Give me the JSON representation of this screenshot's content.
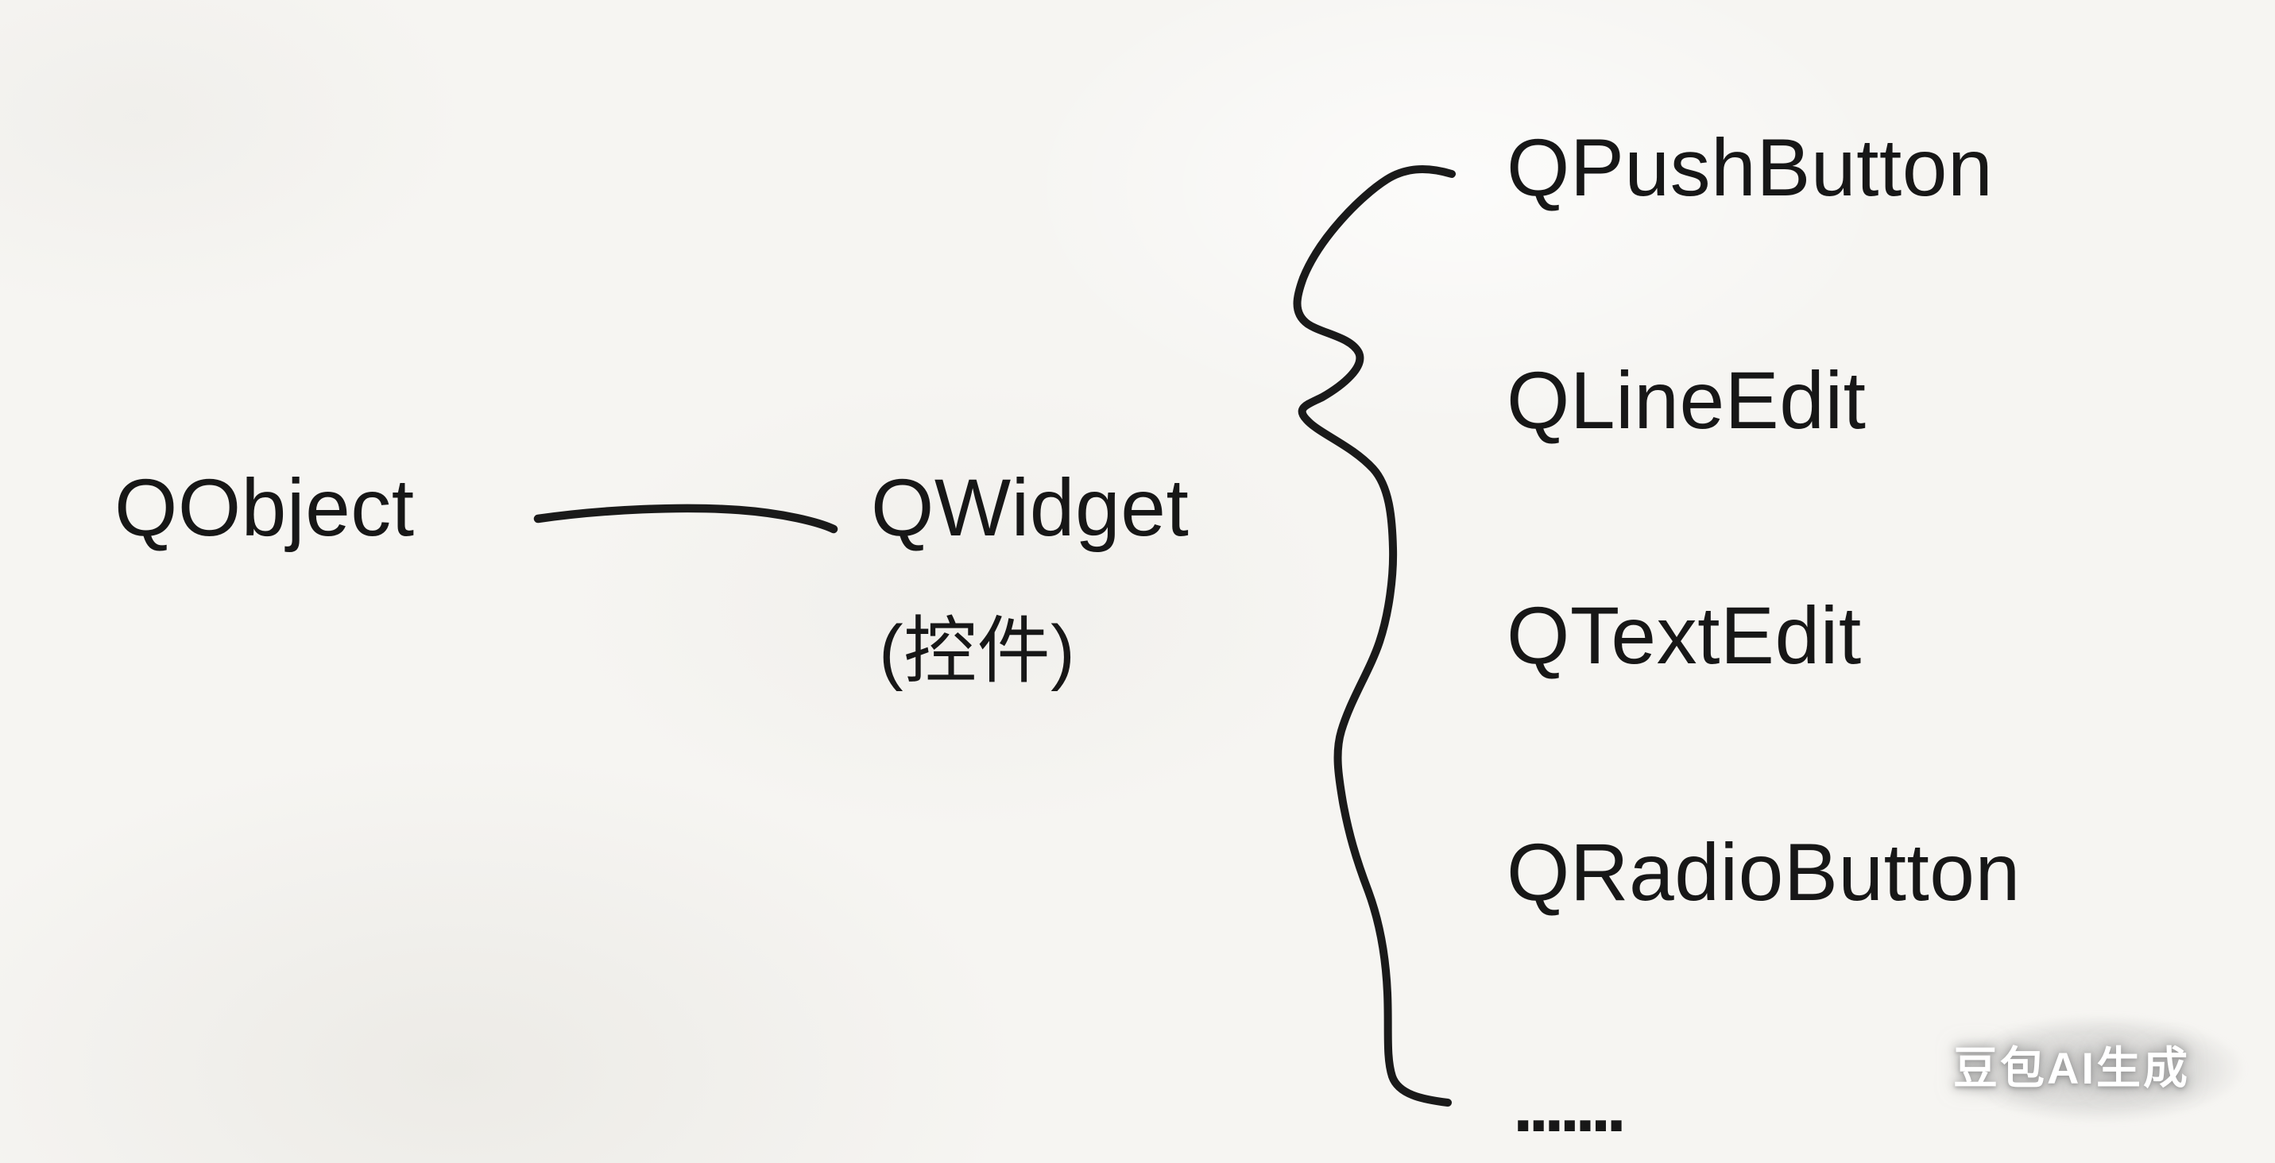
{
  "canvas": {
    "background_color": "#f6f5f2",
    "ink_color": "#1a1a1a"
  },
  "diagram": {
    "root": {
      "label": "QObject"
    },
    "parent": {
      "label": "QWidget",
      "annotation": "(控件)"
    },
    "children": [
      {
        "label": "QPushButton"
      },
      {
        "label": "QLineEdit"
      },
      {
        "label": "QTextEdit"
      },
      {
        "label": "QRadioButton"
      },
      {
        "label": "......."
      }
    ],
    "connector_icons": [
      "inheritance-line-icon",
      "curly-brace-icon"
    ]
  },
  "watermark": {
    "label": "豆包AI生成"
  }
}
